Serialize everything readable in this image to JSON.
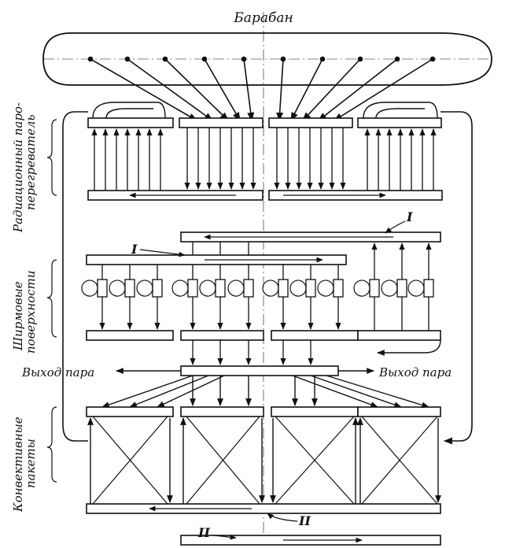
{
  "labels": {
    "drum": "Барабан",
    "radiant_line1": "Радиационный паро-",
    "radiant_line2": "перегреватель",
    "screen_line1": "Ширмовые",
    "screen_line2": "поверхности",
    "steam_out_left": "Выход пара",
    "steam_out_right": "Выход пара",
    "conv_line1": "Конвективные",
    "conv_line2": "пакеты",
    "mark_I_top": "I",
    "mark_I_left": "I",
    "mark_II_mid": "II",
    "mark_II_bottom": "II"
  },
  "colors": {
    "ink": "#111111",
    "paper": "#ffffff"
  }
}
